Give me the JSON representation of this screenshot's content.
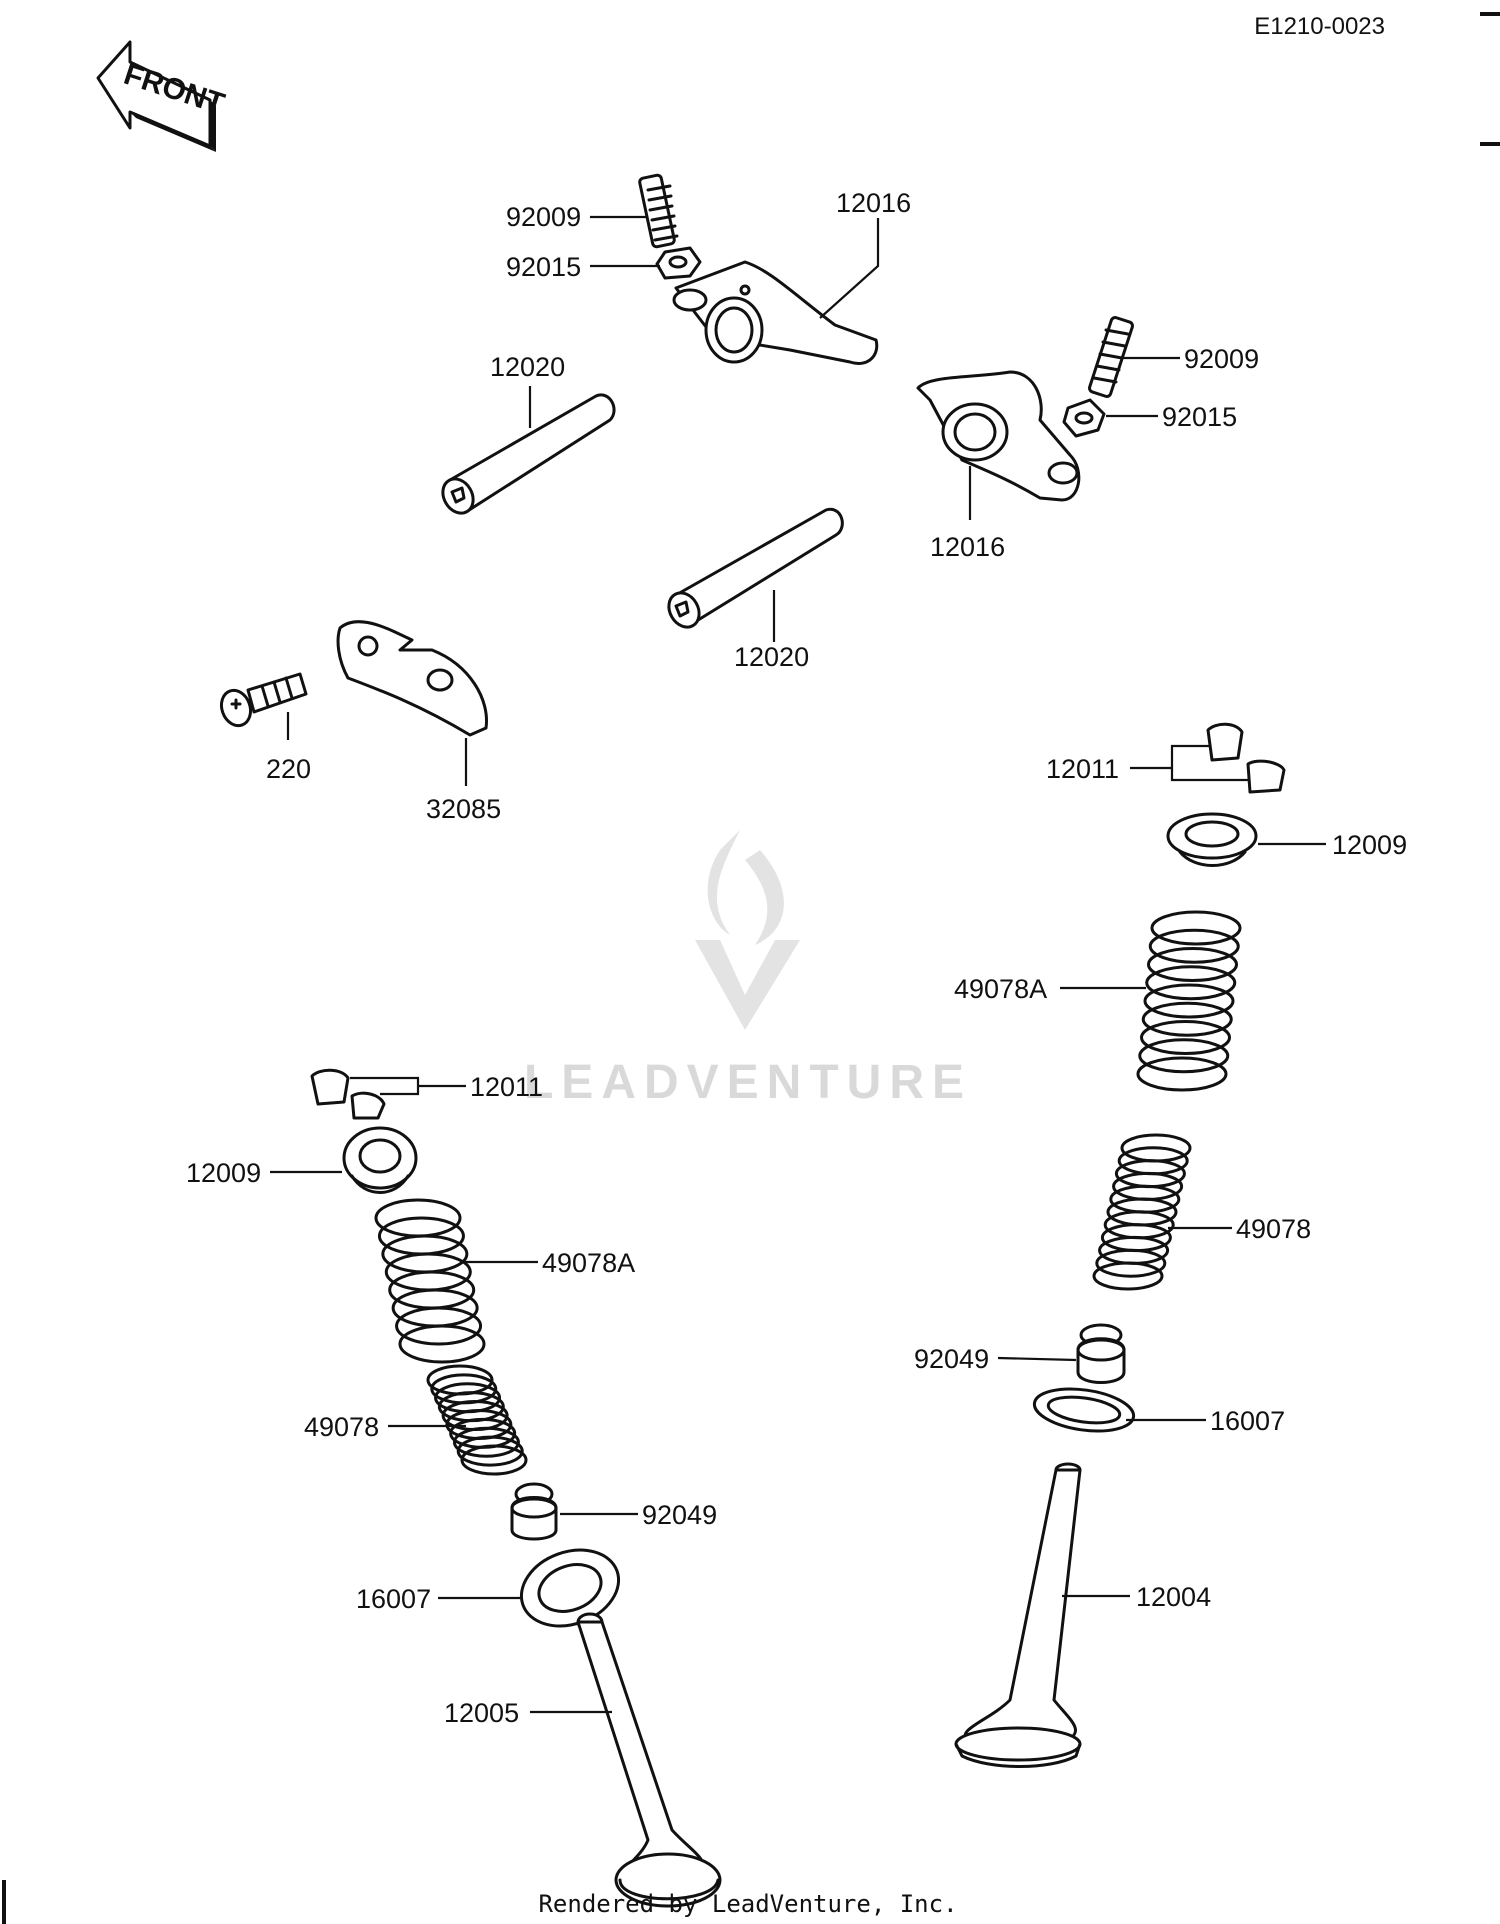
{
  "diagram_code": "E1210-0023",
  "front_arrow_label": "FRONT",
  "footer_text": "Rendered by LeadVenture, Inc.",
  "watermark_text": "LEADVENTURE",
  "part_labels": [
    "92009",
    "92015",
    "12016",
    "12020",
    "92009",
    "92015",
    "12016",
    "12020",
    "220",
    "32085",
    "12011",
    "12009",
    "49078A",
    "49078",
    "92049",
    "16007",
    "12004",
    "12011",
    "12009",
    "49078A",
    "49078",
    "92049",
    "16007",
    "12005"
  ]
}
